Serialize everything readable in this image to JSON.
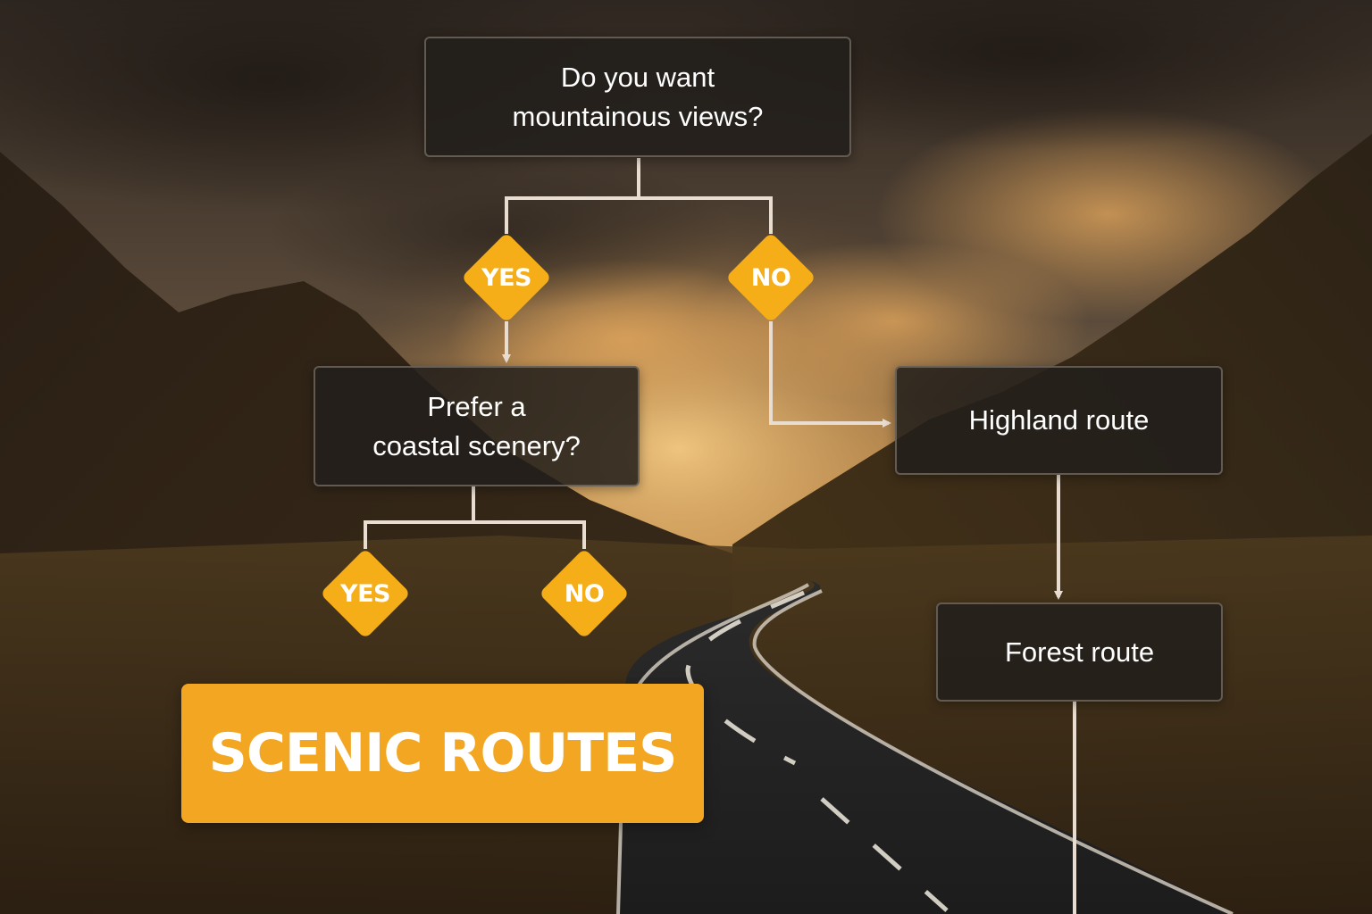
{
  "nodes": {
    "q1": {
      "line1": "Do you want",
      "line2": "mountainous views?"
    },
    "q2": {
      "line1": "Prefer a",
      "line2": "coastal scenery?"
    },
    "highland": {
      "label": "Highland route"
    },
    "forest": {
      "label": "Forest route"
    }
  },
  "decisions": {
    "q1_yes": "YES",
    "q1_no": "NO",
    "q2_yes": "YES",
    "q2_no": "NO"
  },
  "banner": {
    "text": "SCENIC ROUTES"
  },
  "colors": {
    "accent": "#f5ad18",
    "banner": "#f2a621",
    "node_background": "#221e1b",
    "connector": "#e8ddd0"
  },
  "background": {
    "description_icon": "mountain-road-landscape"
  }
}
